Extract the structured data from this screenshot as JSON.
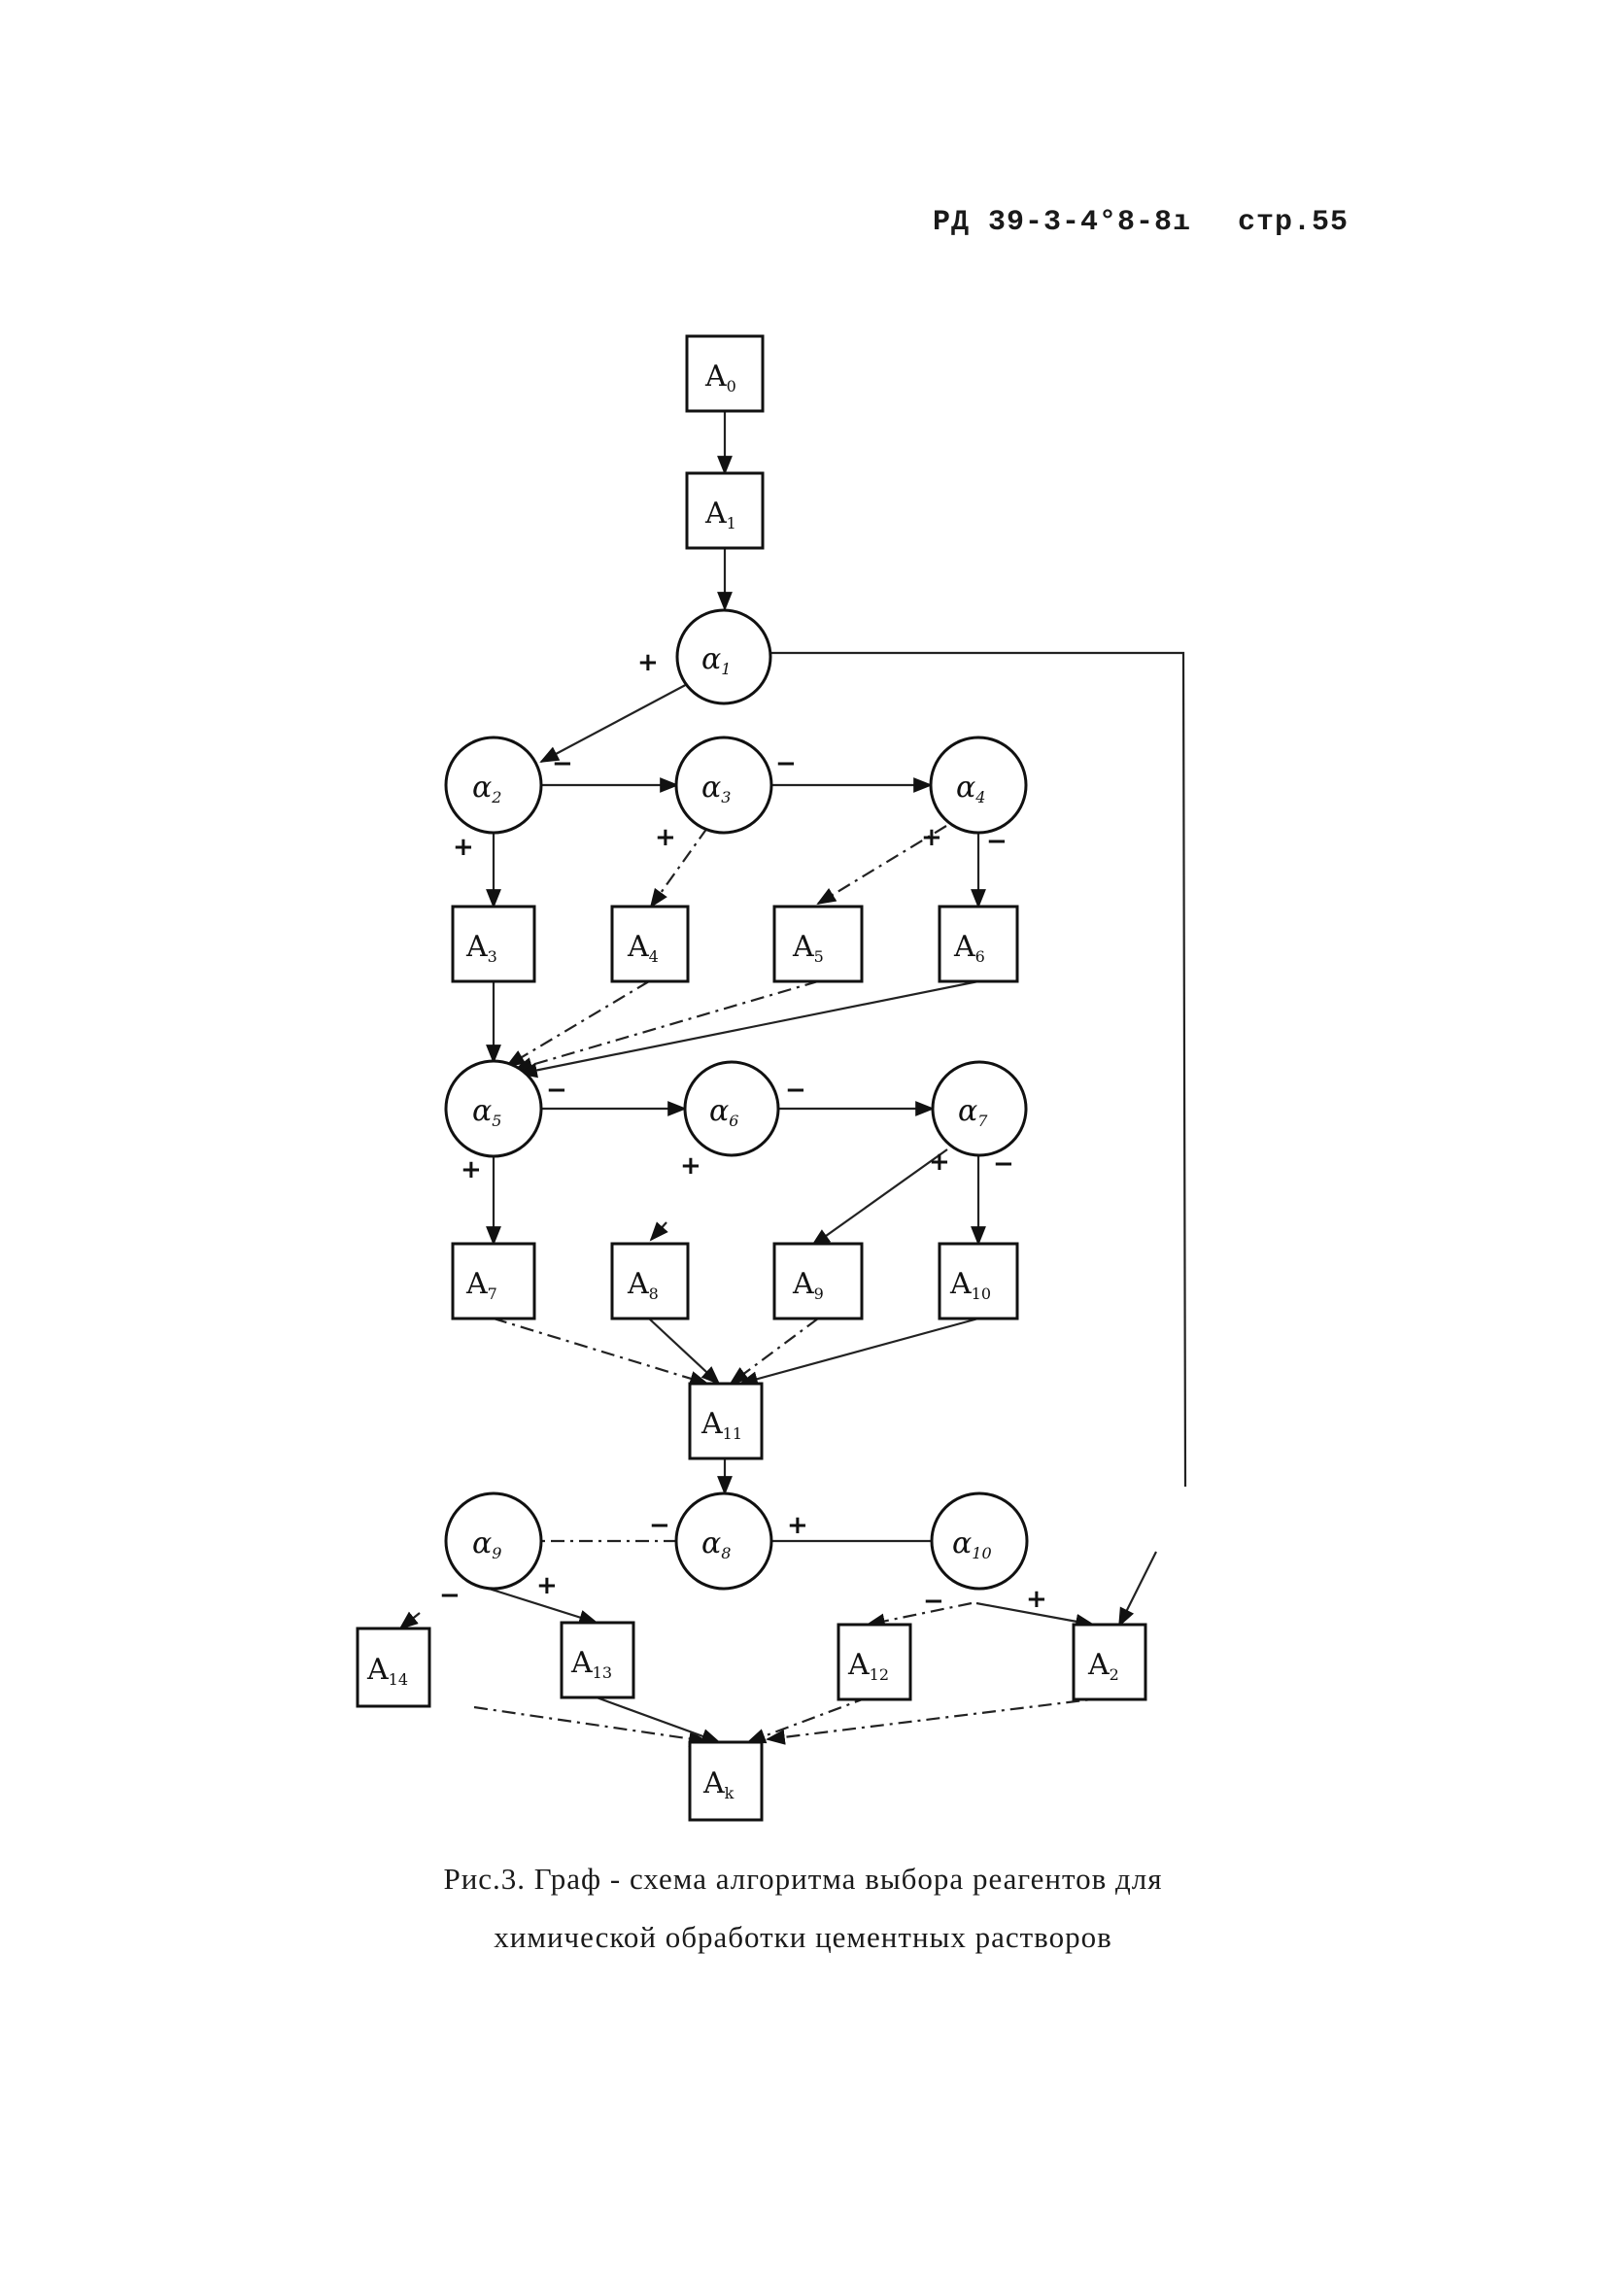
{
  "header": {
    "doc_id": "РД 39-3-4°8-8ı",
    "page": "стр.55"
  },
  "nodes": {
    "A0": {
      "label": "A",
      "sub": "0"
    },
    "A1": {
      "label": "A",
      "sub": "1"
    },
    "A2": {
      "label": "A",
      "sub": "2"
    },
    "A3": {
      "label": "A",
      "sub": "3"
    },
    "A4": {
      "label": "A",
      "sub": "4"
    },
    "A5": {
      "label": "A",
      "sub": "5"
    },
    "A6": {
      "label": "A",
      "sub": "6"
    },
    "A7": {
      "label": "A",
      "sub": "7"
    },
    "A8": {
      "label": "A",
      "sub": "8"
    },
    "A9": {
      "label": "A",
      "sub": "9"
    },
    "A10": {
      "label": "A",
      "sub": "10"
    },
    "A11": {
      "label": "A",
      "sub": "11"
    },
    "A12": {
      "label": "A",
      "sub": "12"
    },
    "A13": {
      "label": "A",
      "sub": "13"
    },
    "A14": {
      "label": "A",
      "sub": "14"
    },
    "Ak": {
      "label": "A",
      "sub": "k"
    },
    "a1": {
      "label": "α",
      "sub": "1"
    },
    "a2": {
      "label": "α",
      "sub": "2"
    },
    "a3": {
      "label": "α",
      "sub": "3"
    },
    "a4": {
      "label": "α",
      "sub": "4"
    },
    "a5": {
      "label": "α",
      "sub": "5"
    },
    "a6": {
      "label": "α",
      "sub": "6"
    },
    "a7": {
      "label": "α",
      "sub": "7"
    },
    "a8": {
      "label": "α",
      "sub": "8"
    },
    "a9": {
      "label": "α",
      "sub": "9"
    },
    "a10": {
      "label": "α",
      "sub": "10"
    }
  },
  "signs": {
    "plus": "+",
    "minus": "−"
  },
  "caption": {
    "line1": "Рис.3. Граф - схема  алгоритма выбора реагентов для",
    "line2": "химической обработки цементных растворов"
  }
}
